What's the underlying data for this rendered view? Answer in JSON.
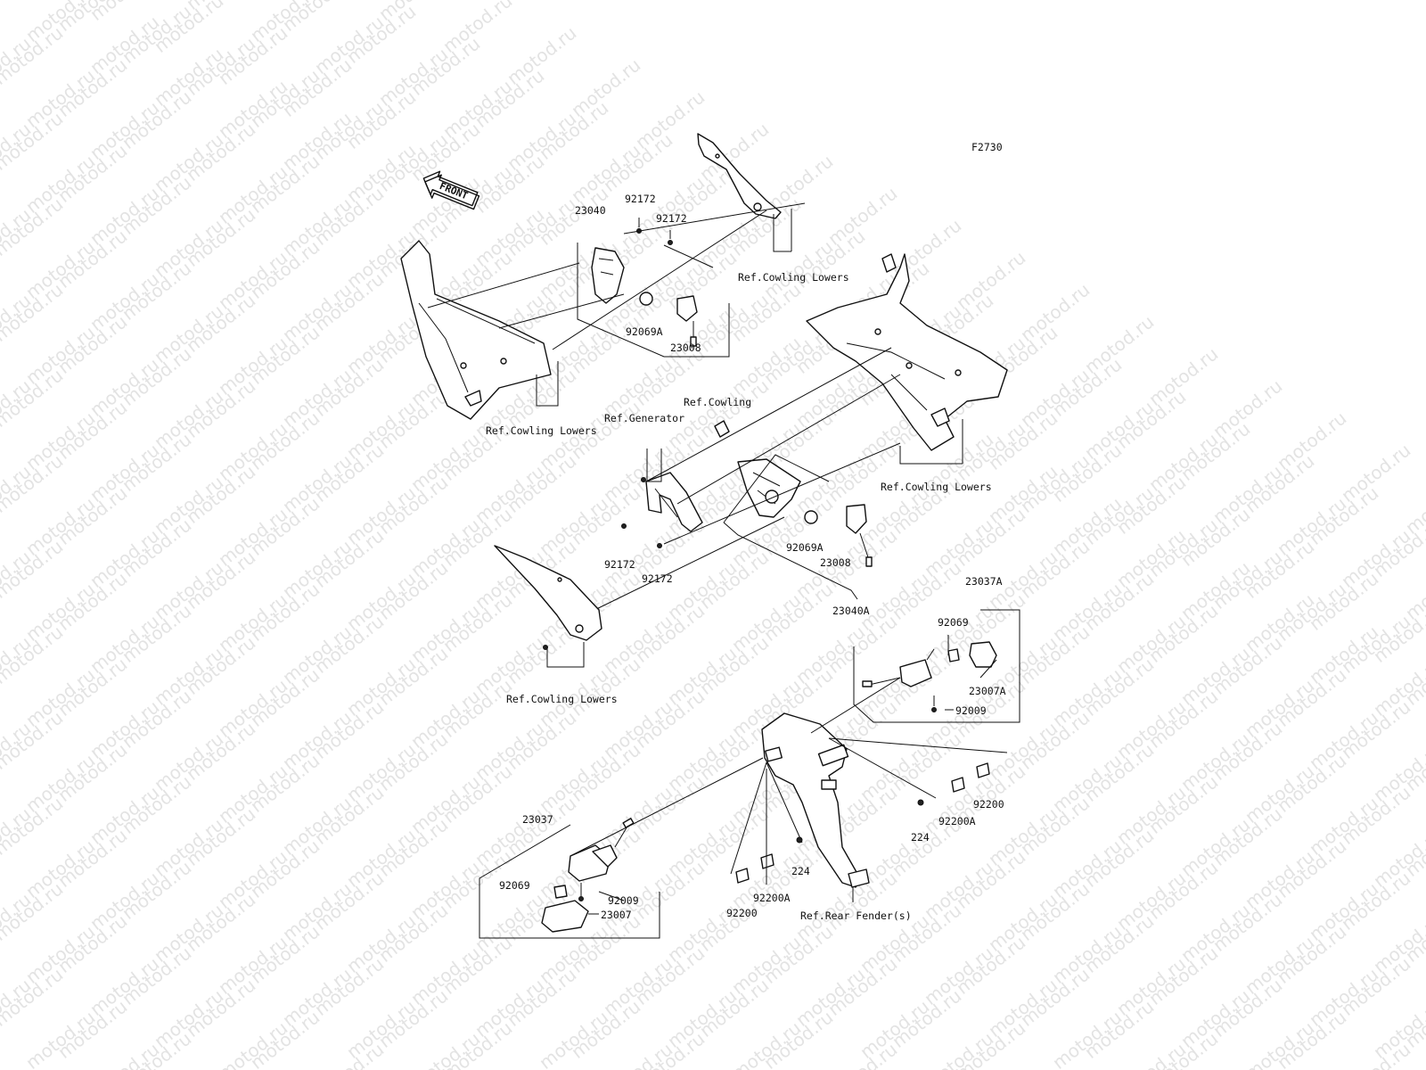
{
  "diagram_code": "F2730",
  "watermark_text": "motod.ru",
  "front_arrow_label": "FRONT",
  "labels": {
    "p23040": "23040",
    "p92172_a": "92172",
    "p92172_b": "92172",
    "p92069A_a": "92069A",
    "p23008_a": "23008",
    "ref_cowling_lowers_1": "Ref.Cowling Lowers",
    "ref_cowling_lowers_2": "Ref.Cowling Lowers",
    "ref_cowling": "Ref.Cowling",
    "ref_generator": "Ref.Generator",
    "ref_cowling_lowers_3": "Ref.Cowling Lowers",
    "p92069A_b": "92069A",
    "p23008_b": "23008",
    "p92172_c": "92172",
    "p92172_d": "92172",
    "p23040A": "23040A",
    "ref_cowling_lowers_4": "Ref.Cowling Lowers",
    "p23037A": "23037A",
    "p92069_a": "92069",
    "p23007A": "23007A",
    "p92009_a": "92009",
    "p92200_a": "92200",
    "p224_a": "224",
    "p92200A_a": "92200A",
    "p23037": "23037",
    "p92069_b": "92069",
    "p92009_b": "92009",
    "p23007": "23007",
    "p224_b": "224",
    "p92200A_b": "92200A",
    "p92200_b": "92200",
    "ref_rear_fender": "Ref.Rear Fender(s)"
  }
}
